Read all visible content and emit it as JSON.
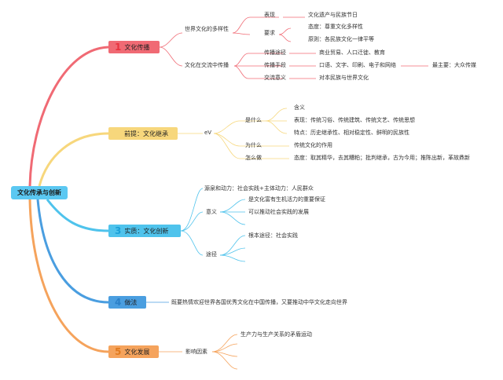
{
  "root": "文化传承与创新",
  "colors": {
    "branch1": "#f06a74",
    "branch2": "#f7d77c",
    "branch3": "#4fc3ec",
    "branch4": "#4a9ee0",
    "branch5": "#f5a35c",
    "num1": "#e8323e",
    "num3": "#1a9fd8",
    "num4": "#2b80c8",
    "num5": "#e07a1e"
  },
  "branch1": {
    "number": "1",
    "label": "文化传播",
    "sub1": {
      "label": "世界文化的多样性",
      "biaoxian": {
        "label": "表现",
        "text": "文化遗产与民族节日"
      },
      "yaoqiu": {
        "label": "要求",
        "taidu": "态度：尊重文化多样性",
        "yuanze": "原则：各民族文化一律平等"
      }
    },
    "sub2": {
      "label": "文化在交流中传播",
      "tujing": {
        "label": "传播途径",
        "text": "商业贸易、人口迁徙、教育"
      },
      "shouduan": {
        "label": "传播手段",
        "text": "口语、文字、印刷、电子和网络",
        "main": "最主要：大众传媒"
      },
      "yiyi": {
        "label": "交流意义",
        "text": "对本民族与世界文化"
      }
    }
  },
  "branch2": {
    "label": "前提：文化继承",
    "mid": "eV",
    "shenme": {
      "label": "是什么",
      "hanyi": "含义",
      "biaoxian": "表现：传统习俗、传统建筑、传统文艺、传统思想",
      "tedian": "特点：历史继承性、相对稳定性、鲜明的民族性"
    },
    "weishenme": {
      "label": "为什么",
      "text": "传统文化的作用"
    },
    "zenmeban": {
      "label": "怎么做",
      "text": "态度：取其精华，去其糟粕；批判继承，古为今用；推陈出新，革故鼎新"
    }
  },
  "branch3": {
    "number": "3",
    "label": "实质：文化创新",
    "yuanquan": "源泉和动力：社会实践+主体动力：人民群众",
    "yiyi": {
      "label": "意义",
      "a": "是文化富有生机活力的重要保证",
      "b": "可以推动社会实践的发展"
    },
    "tujing": {
      "label": "途径",
      "a": "根本途径：社会实践"
    }
  },
  "branch4": {
    "number": "4",
    "label": "做法",
    "text": "既要热情欢迎世界各国优秀文化在中国传播，又要推动中华文化走向世界"
  },
  "branch5": {
    "number": "5",
    "label": "文化发展",
    "yinsu": {
      "label": "影响因素",
      "a": "生产力与生产关系的矛盾运动"
    }
  }
}
